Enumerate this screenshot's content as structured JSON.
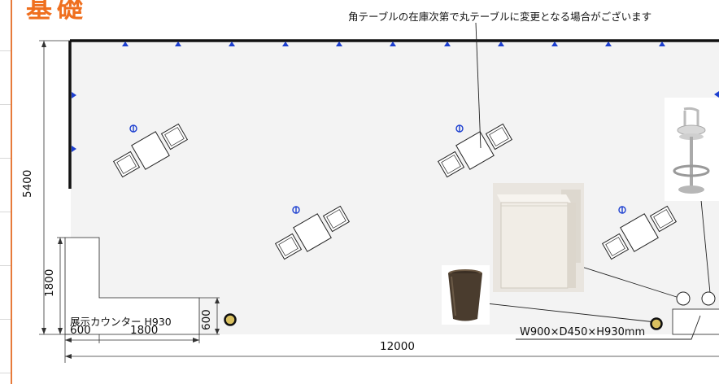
{
  "title": "基礎",
  "note": "角テーブルの在庫次第で丸テーブルに変更となる場合がございます",
  "dimensions": {
    "height_total": "5400",
    "height_counter": "1800",
    "counter_depth": "600",
    "counter_length": "1800",
    "width_total": "12000",
    "counter_height_label": "600"
  },
  "counter_label": "展示カウンター H930",
  "spec_label": "W900×D450×H930mm",
  "colors": {
    "accent": "#ef6f1f",
    "floor": "#f3f3f3",
    "wall": "#111111",
    "spot": "#1c3fd0"
  }
}
